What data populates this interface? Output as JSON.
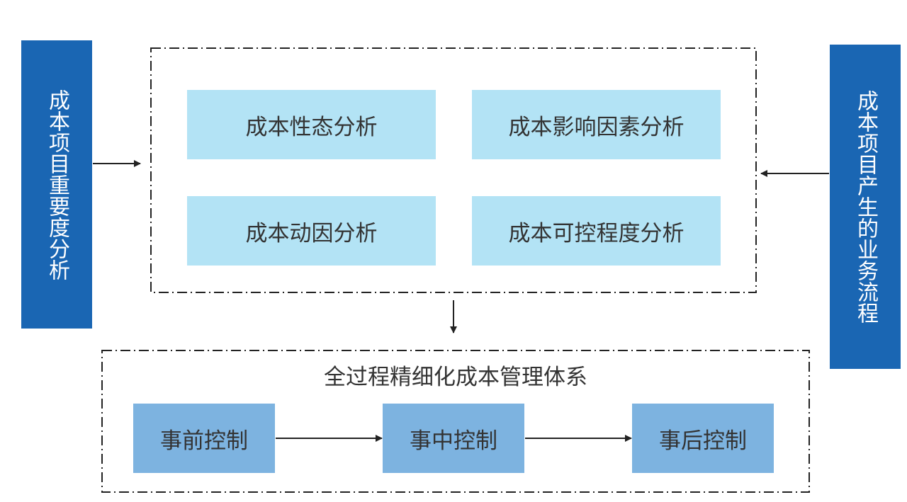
{
  "left_factor": {
    "text": "成本项目重要度分析"
  },
  "right_factor": {
    "text": "成本项目产生的业务流程"
  },
  "analysis": {
    "items": [
      "成本性态分析",
      "成本影响因素分析",
      "成本动因分析",
      "成本可控程度分析"
    ]
  },
  "system": {
    "title": "全过程精细化成本管理体系",
    "stages": [
      "事前控制",
      "事中控制",
      "事后控制"
    ]
  },
  "colors": {
    "side_blue": "#1a66b3",
    "analysis_box": "#b3e3f5",
    "stage_box": "#7db3e0",
    "text": "#333333",
    "line": "#222222"
  }
}
